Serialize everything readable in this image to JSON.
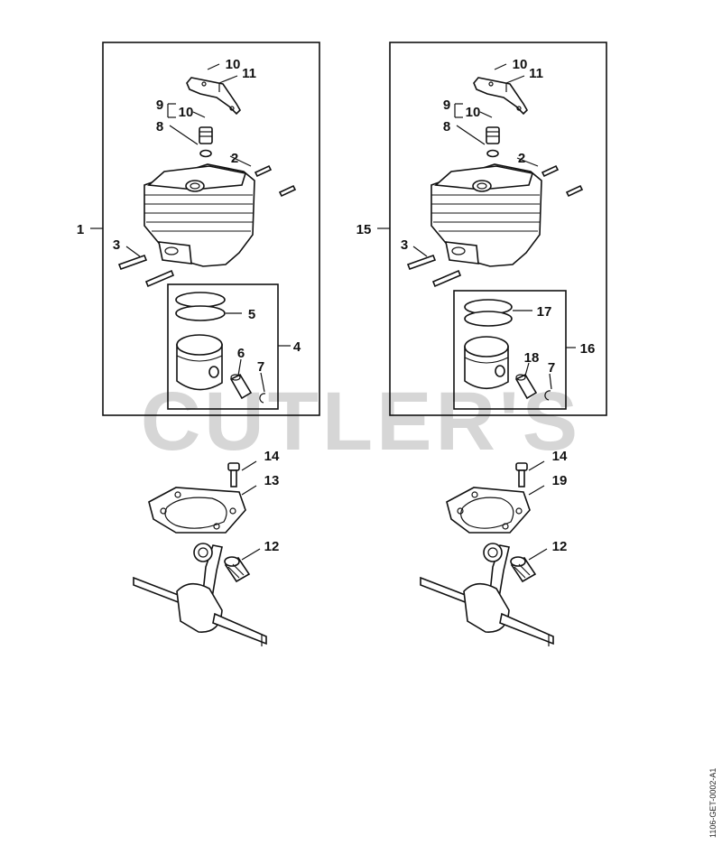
{
  "watermark": "CUTLER'S",
  "drawing_code": "1106-GET-0002-A1",
  "left_assembly": {
    "cylinder_label": "1",
    "pin_a": "2",
    "pin_b": "3",
    "piston_kit": "4",
    "piston_rings": "5",
    "piston_pin": "6",
    "circlip": "7",
    "decomp_valve": "8",
    "bracket_group": "9",
    "washer": "10",
    "bracket_screw": "11",
    "needle_cage": "12",
    "gasket": "13",
    "cylinder_screw": "14"
  },
  "right_assembly": {
    "cylinder_label": "15",
    "piston_kit": "16",
    "piston_rings": "17",
    "piston_pin": "18",
    "gasket": "19",
    "pin_a": "2",
    "pin_b": "3",
    "circlip": "7",
    "decomp_valve": "8",
    "bracket_group": "9",
    "washer": "10",
    "bracket_screw": "11",
    "needle_cage": "12",
    "cylinder_screw": "14"
  }
}
